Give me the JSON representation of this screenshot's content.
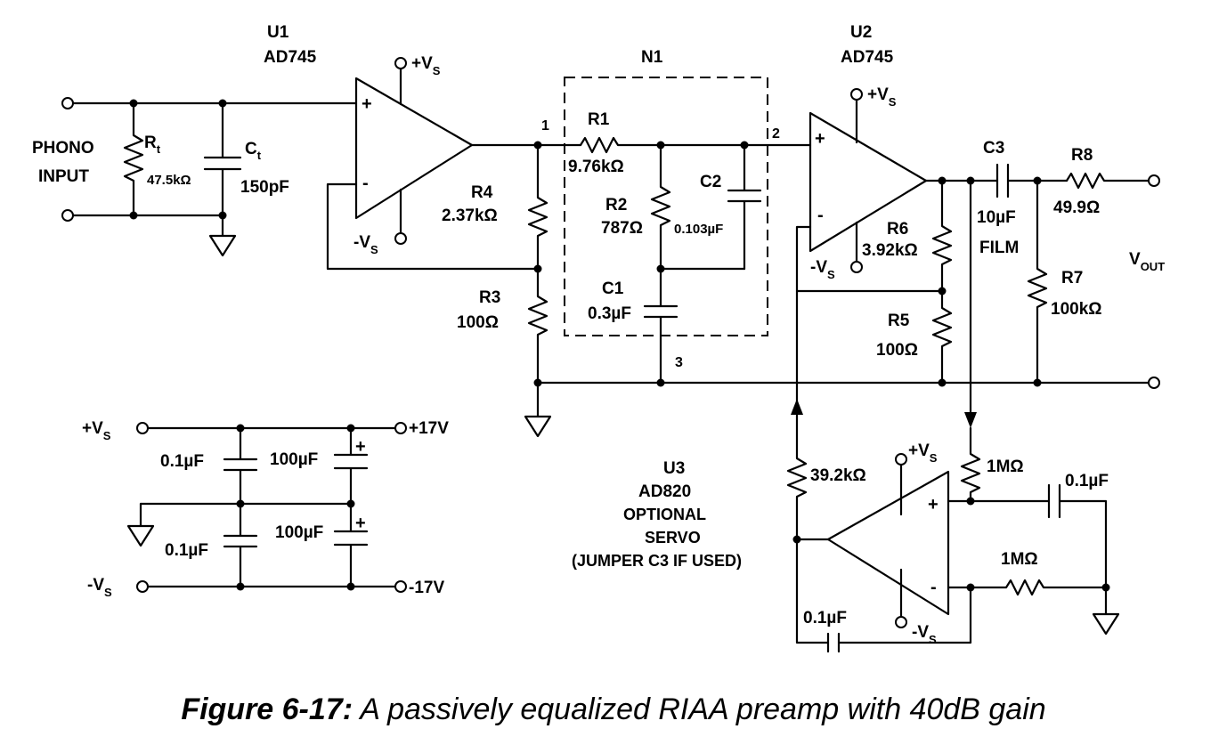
{
  "u1": {
    "ref": "U1",
    "part": "AD745",
    "pos_supply": "+V",
    "neg_supply": "-V",
    "supply_sub": "S"
  },
  "u2": {
    "ref": "U2",
    "part": "AD745",
    "pos_supply": "+V",
    "neg_supply": "-V",
    "supply_sub": "S"
  },
  "u3": {
    "ref": "U3",
    "part": "AD820",
    "note_line1": "OPTIONAL",
    "note_line2": "SERVO",
    "note_line3": "(JUMPER C3 IF USED)",
    "pos_supply": "+V",
    "neg_supply": "-V",
    "supply_sub": "S"
  },
  "network": {
    "ref": "N1",
    "node1": "1",
    "node2": "2",
    "node3": "3"
  },
  "input": {
    "line1": "PHONO",
    "line2": "INPUT"
  },
  "rt": {
    "ref": "R",
    "ref_sub": "t",
    "value": "47.5kΩ"
  },
  "ct": {
    "ref": "C",
    "ref_sub": "t",
    "value": "150pF"
  },
  "r1": {
    "ref": "R1",
    "value": "9.76kΩ"
  },
  "r2": {
    "ref": "R2",
    "value": "787Ω"
  },
  "c1": {
    "ref": "C1",
    "value": "0.3µF"
  },
  "c2": {
    "ref": "C2",
    "value": "0.103µF"
  },
  "r3": {
    "ref": "R3",
    "value": "100Ω"
  },
  "r4": {
    "ref": "R4",
    "value": "2.37kΩ"
  },
  "r5": {
    "ref": "R5",
    "value": "100Ω"
  },
  "r6": {
    "ref": "R6",
    "value": "3.92kΩ"
  },
  "c3": {
    "ref": "C3",
    "value_line1": "10µF",
    "value_line2": "FILM"
  },
  "r7": {
    "ref": "R7",
    "value": "100kΩ"
  },
  "r8": {
    "ref": "R8",
    "value": "49.9Ω"
  },
  "vout": {
    "main": "V",
    "sub": "OUT"
  },
  "servo_parts": {
    "r_in": "39.2kΩ",
    "r_top": "1MΩ",
    "c_top": "0.1µF",
    "r_bottom": "1MΩ",
    "c_fb": "0.1µF"
  },
  "supply": {
    "pos_label": "+V",
    "neg_label": "-V",
    "label_sub": "S",
    "pos_rail": "+17V",
    "neg_rail": "-17V",
    "c_small_top": "0.1µF",
    "c_small_bottom": "0.1µF",
    "c_big_top": "100µF",
    "c_big_bottom": "100µF",
    "plus_sign": "+",
    "minus_sign": "-"
  },
  "caption": {
    "figure": "Figure 6-17:",
    "text": " A passively equalized RIAA preamp with 40dB gain"
  }
}
